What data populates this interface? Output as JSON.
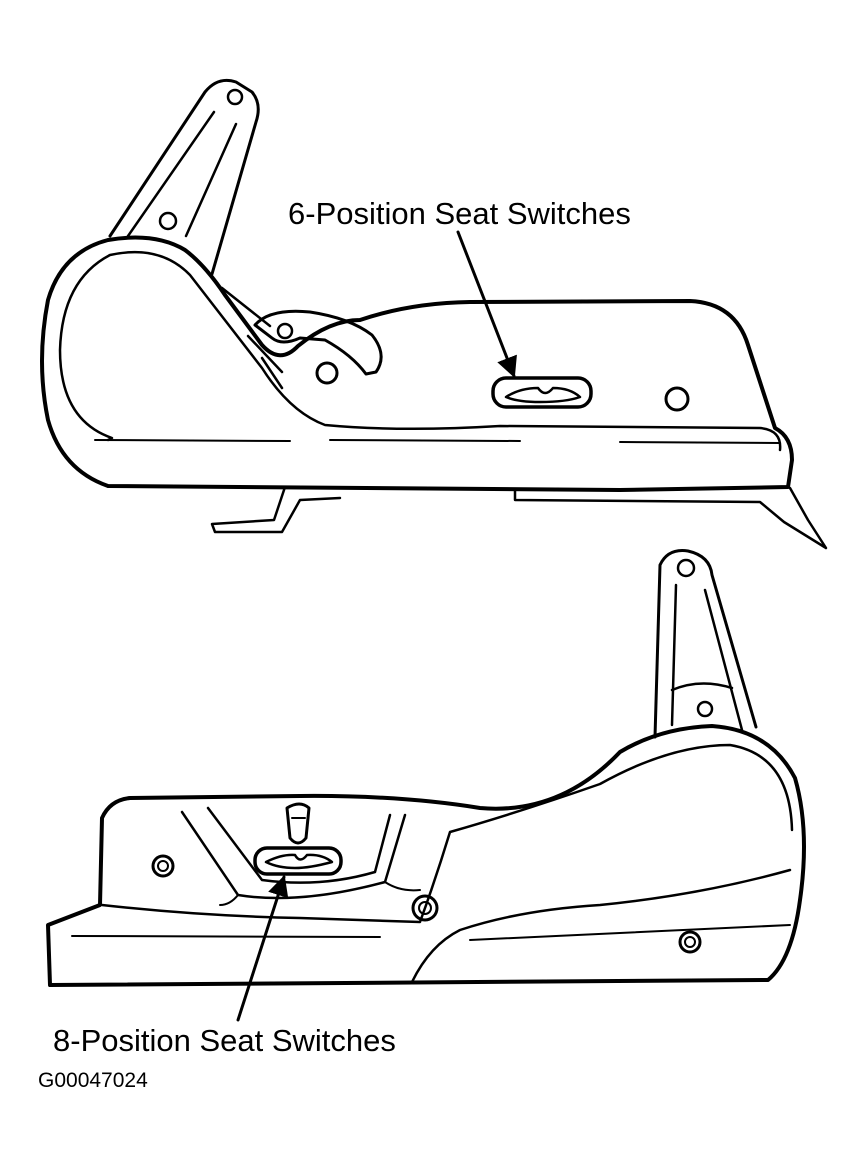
{
  "labels": {
    "six_position": "6-Position Seat Switches",
    "eight_position": "8-Position Seat Switches"
  },
  "figure_id": "G00047024",
  "colors": {
    "ink": "#000000",
    "paper": "#ffffff"
  }
}
